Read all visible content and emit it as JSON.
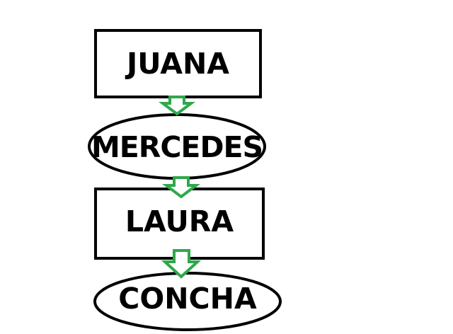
{
  "diagram": {
    "nodes": [
      {
        "id": "juana",
        "label": "JUANA",
        "shape": "rectangle"
      },
      {
        "id": "mercedes",
        "label": "MERCEDES",
        "shape": "ellipse"
      },
      {
        "id": "laura",
        "label": "LAURA",
        "shape": "rectangle"
      },
      {
        "id": "concha",
        "label": "CONCHA",
        "shape": "ellipse"
      }
    ],
    "edges": [
      {
        "from": "juana",
        "to": "mercedes",
        "icon": "down-arrow-icon"
      },
      {
        "from": "mercedes",
        "to": "laura",
        "icon": "down-arrow-icon"
      },
      {
        "from": "laura",
        "to": "concha",
        "icon": "down-arrow-icon"
      }
    ],
    "colors": {
      "stroke": "#000000",
      "arrow": "#2ea84a",
      "background": "#ffffff"
    }
  }
}
